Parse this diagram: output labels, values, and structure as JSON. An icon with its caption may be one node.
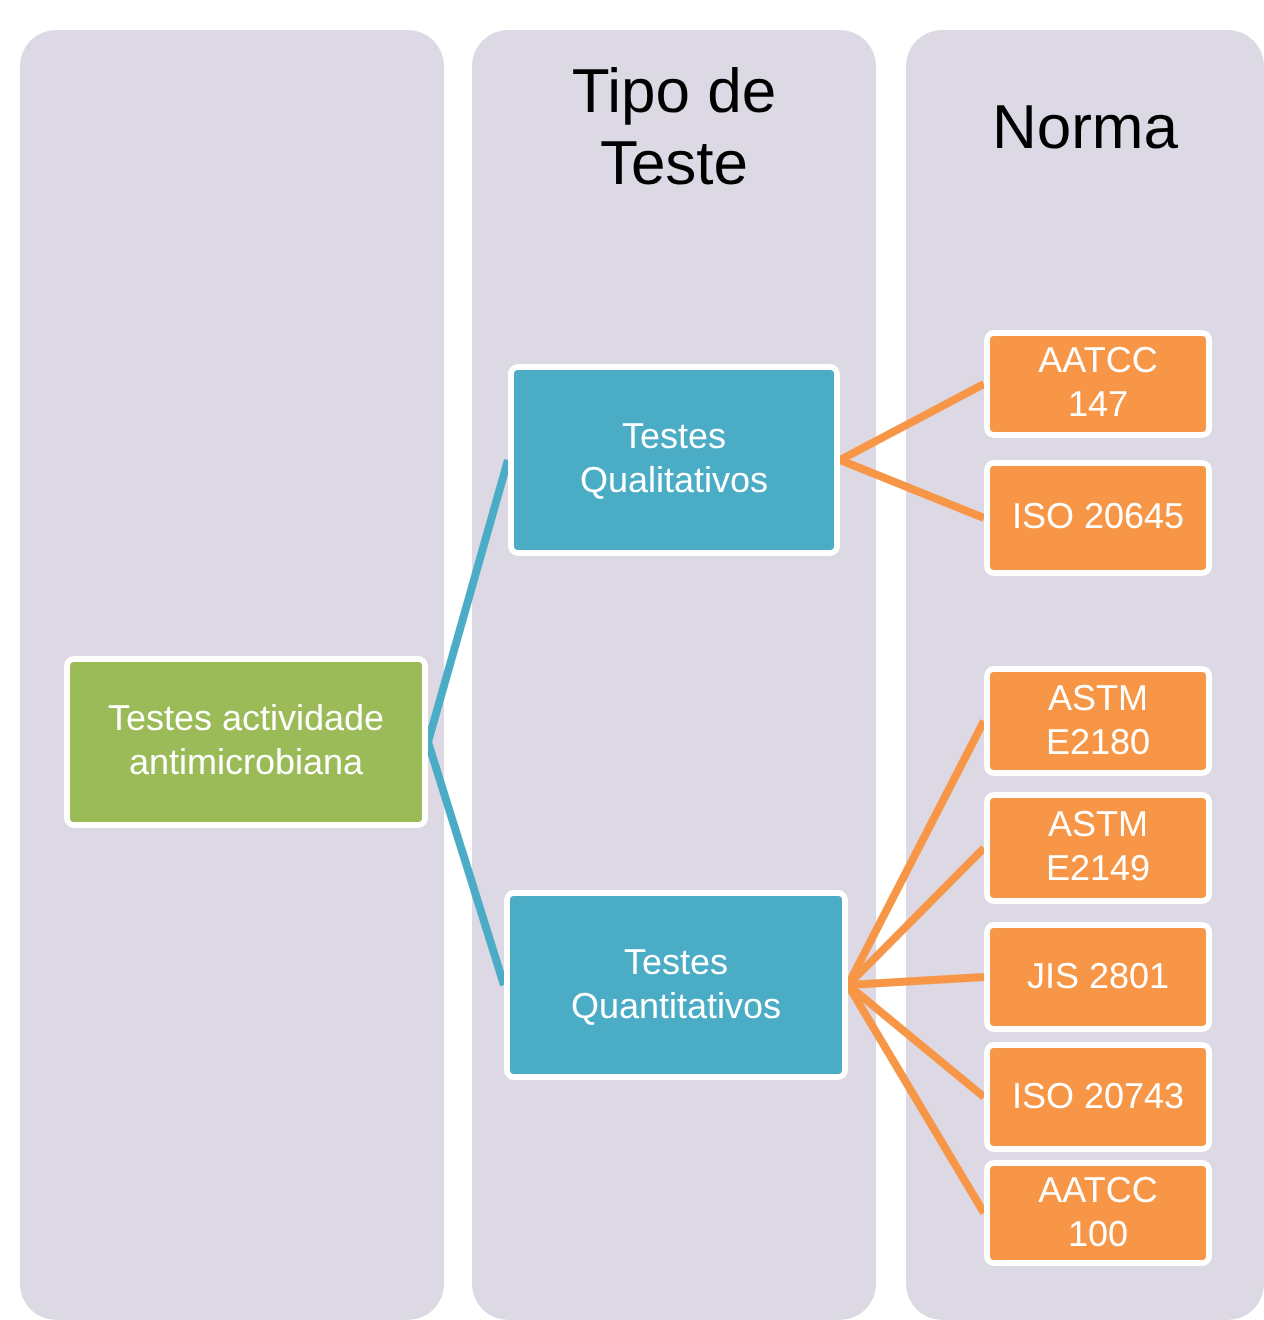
{
  "diagram": {
    "nodes": [
      {
        "text": [],
        "shape": "box"
      },
      {
        "text": [
          "Tipo de Teste"
        ]
      },
      {
        "text": [
          "Norma"
        ]
      },
      {
        "text": [
          "Testes actividade antimicrobiana"
        ],
        "in": 0
      },
      {
        "text": [
          "Testes Qualitativos"
        ],
        "in": 1
      },
      {
        "text": [
          "Testes Quantitativos"
        ],
        "in": 1
      },
      {
        "text": [
          "AATCC 147"
        ],
        "in": 2
      },
      {
        "text": [
          "ISO 20645"
        ],
        "in": 2
      },
      {
        "text": [
          "ASTM E2180"
        ],
        "in": 2
      },
      {
        "text": [
          "ASTM E2149"
        ],
        "in": 2
      },
      {
        "text": [
          "JIS 2801"
        ],
        "in": 2
      },
      {
        "text": [
          "ISO 20743"
        ],
        "in": 2
      },
      {
        "text": [
          "AATCC 100"
        ],
        "in": 2
      }
    ],
    "edges": [
      {
        "from": 3,
        "to": 4,
        "arrow": "none",
        "color": "#4bacc6"
      },
      {
        "from": 3,
        "to": 5,
        "arrow": "none",
        "color": "#4bacc6"
      },
      {
        "from": 4,
        "to": 6,
        "arrow": "none"
      },
      {
        "from": 4,
        "to": 7,
        "arrow": "none"
      },
      {
        "from": 5,
        "to": 8,
        "arrow": "none"
      },
      {
        "from": 5,
        "to": 9,
        "arrow": "none"
      },
      {
        "from": 5,
        "to": 10,
        "arrow": "none"
      },
      {
        "from": 5,
        "to": 11,
        "arrow": "none"
      },
      {
        "from": 5,
        "to": 12,
        "arrow": "none"
      }
    ]
  }
}
